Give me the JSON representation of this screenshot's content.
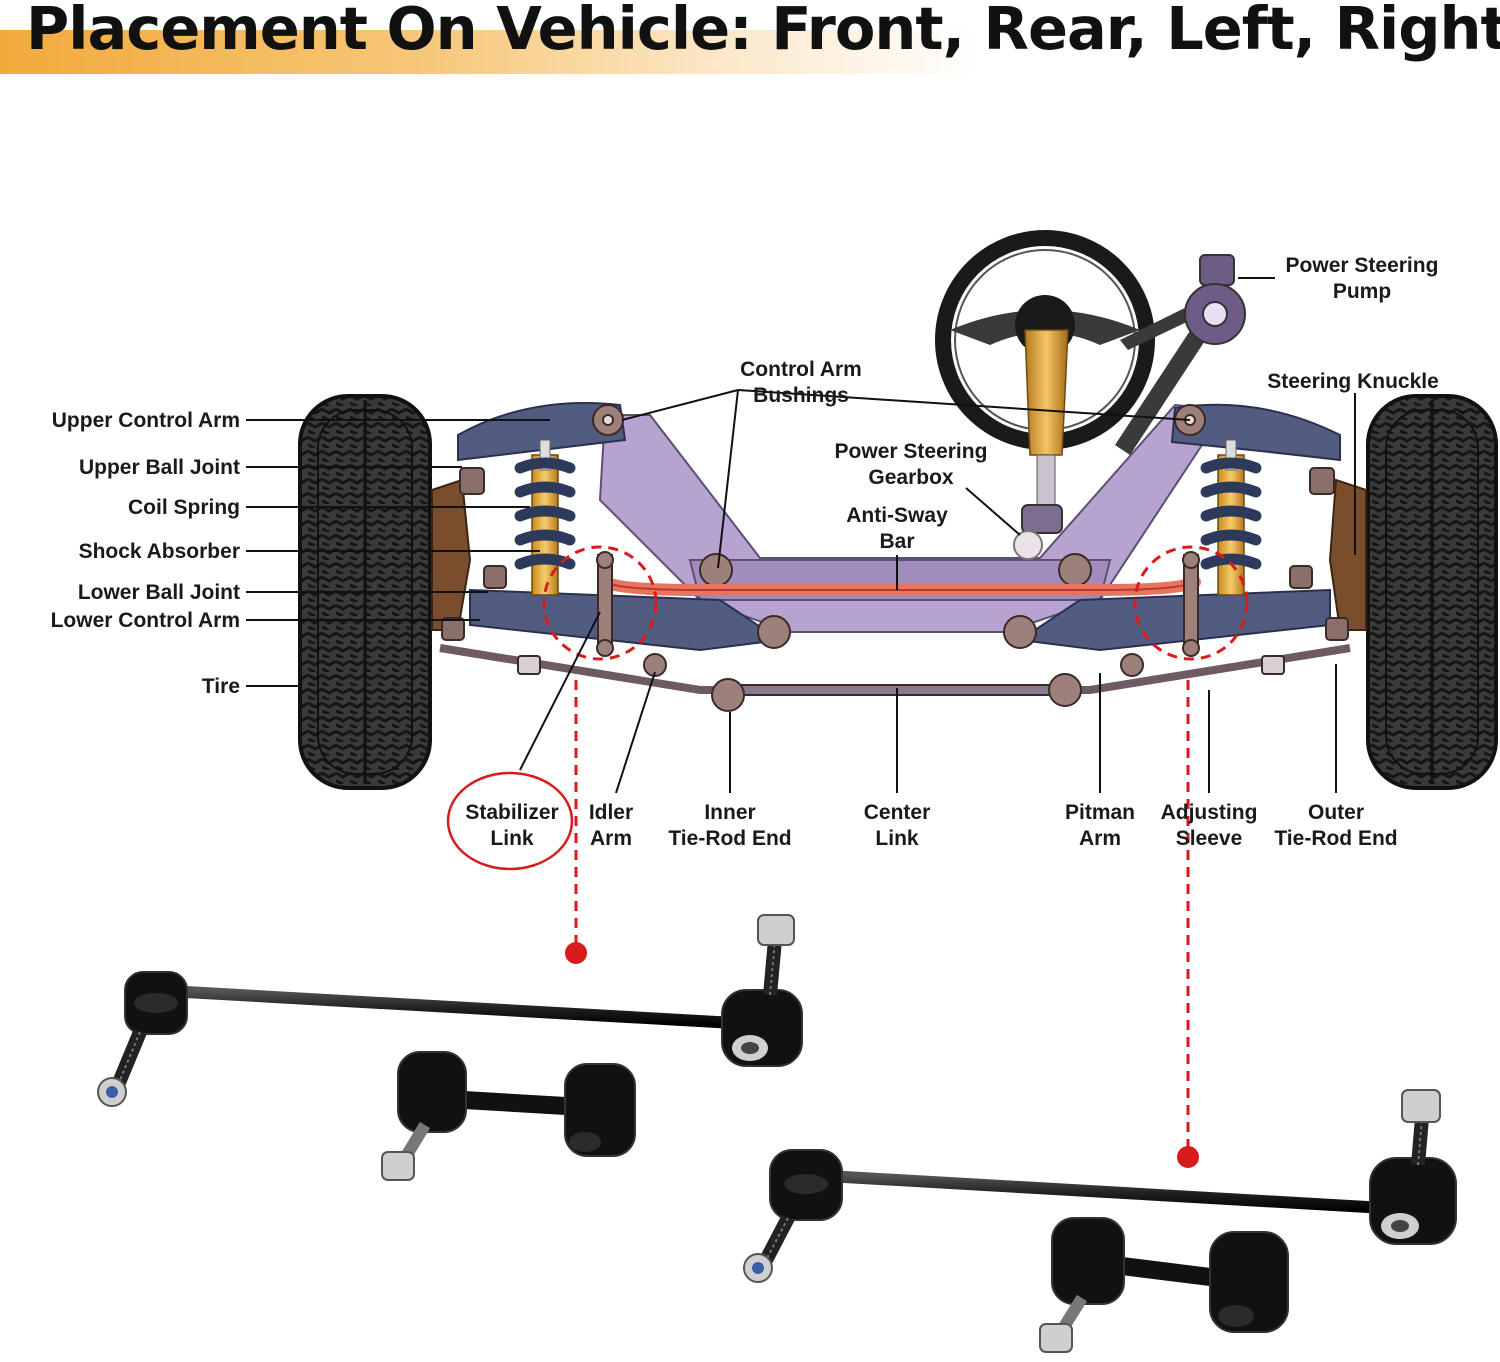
{
  "title": "Placement On Vehicle: Front, Rear, Left, Right",
  "labels": {
    "upper_control_arm": "Upper Control Arm",
    "upper_ball_joint": "Upper Ball Joint",
    "coil_spring": "Coil Spring",
    "shock_absorber": "Shock Absorber",
    "lower_ball_joint": "Lower Ball Joint",
    "lower_control_arm": "Lower Control Arm",
    "tire": "Tire",
    "control_arm_bushings_1": "Control Arm",
    "control_arm_bushings_2": "Bushings",
    "power_steering_gearbox_1": "Power Steering",
    "power_steering_gearbox_2": "Gearbox",
    "anti_sway_bar_1": "Anti-Sway",
    "anti_sway_bar_2": "Bar",
    "power_steering_pump_1": "Power Steering",
    "power_steering_pump_2": "Pump",
    "steering_knuckle": "Steering Knuckle",
    "stabilizer_link_1": "Stabilizer",
    "stabilizer_link_2": "Link",
    "idler_arm_1": "Idler",
    "idler_arm_2": "Arm",
    "inner_tie_rod_end_1": "Inner",
    "inner_tie_rod_end_2": "Tie-Rod End",
    "center_link_1": "Center",
    "center_link_2": "Link",
    "pitman_arm_1": "Pitman",
    "pitman_arm_2": "Arm",
    "adjusting_sleeve_1": "Adjusting",
    "adjusting_sleeve_2": "Sleeve",
    "outer_tie_rod_end_1": "Outer",
    "outer_tie_rod_end_2": "Tie-Rod End"
  },
  "colors": {
    "highlight_red": "#d81b1b",
    "frame_purple": "#b7a3cf",
    "arm_navy": "#4a5478",
    "spring_navy": "#2e3a5c",
    "shock_gold": "#e9b34a",
    "title_accent": "#f2a93b"
  }
}
